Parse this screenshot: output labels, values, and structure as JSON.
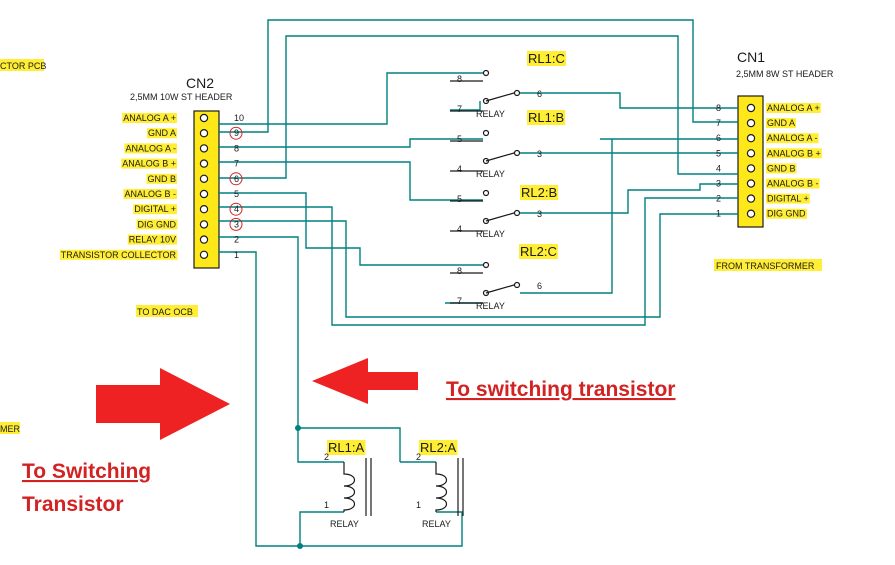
{
  "edge_labels": {
    "top_left": "CTOR PCB",
    "mid_left": "MER"
  },
  "cn2": {
    "name": "CN2",
    "desc": "2,5MM 10W ST HEADER",
    "footer": "TO DAC OCB",
    "pins": [
      {
        "num": "10",
        "label": "ANALOG A +",
        "circled": false
      },
      {
        "num": "9",
        "label": "GND A",
        "circled": true
      },
      {
        "num": "8",
        "label": "ANALOG A -",
        "circled": false
      },
      {
        "num": "7",
        "label": "ANALOG B +",
        "circled": false
      },
      {
        "num": "6",
        "label": "GND B",
        "circled": true
      },
      {
        "num": "5",
        "label": "ANALOG B -",
        "circled": false
      },
      {
        "num": "4",
        "label": "DIGITAL +",
        "circled": true
      },
      {
        "num": "3",
        "label": "DIG GND",
        "circled": true
      },
      {
        "num": "2",
        "label": "RELAY 10V",
        "circled": false
      },
      {
        "num": "1",
        "label": "TRANSISTOR  COLLECTOR",
        "circled": false
      }
    ]
  },
  "cn1": {
    "name": "CN1",
    "desc": "2,5MM 8W ST HEADER",
    "footer": "FROM TRANSFORMER",
    "pins": [
      {
        "num": "8",
        "label": "ANALOG A +"
      },
      {
        "num": "7",
        "label": "GND A"
      },
      {
        "num": "6",
        "label": "ANALOG A -"
      },
      {
        "num": "5",
        "label": "ANALOG B +"
      },
      {
        "num": "4",
        "label": "GND B"
      },
      {
        "num": "3",
        "label": "ANALOG B -"
      },
      {
        "num": "2",
        "label": "DIGITAL +"
      },
      {
        "num": "1",
        "label": "DIG GND"
      }
    ]
  },
  "relay_switches": [
    {
      "name": "RL1:C",
      "pin_top": "8",
      "pin_mid": "7",
      "pin_out": "6",
      "part": "RELAY"
    },
    {
      "name": "RL1:B",
      "pin_top": "5",
      "pin_mid": "4",
      "pin_out": "3",
      "part": "RELAY"
    },
    {
      "name": "RL2:B",
      "pin_top": "5",
      "pin_mid": "4",
      "pin_out": "3",
      "part": "RELAY"
    },
    {
      "name": "RL2:C",
      "pin_top": "8",
      "pin_mid": "7",
      "pin_out": "6",
      "part": "RELAY"
    }
  ],
  "relay_coils": [
    {
      "name": "RL1:A",
      "pin_top": "2",
      "pin_bottom": "1",
      "part": "RELAY"
    },
    {
      "name": "RL2:A",
      "pin_top": "2",
      "pin_bottom": "1",
      "part": "RELAY"
    }
  ],
  "annotations": {
    "arrow_right_label": "To switching transistor",
    "arrow_left_label_line1": "To Switching",
    "arrow_left_label_line2": "Transistor"
  },
  "colors": {
    "wire": "#008080",
    "highlight": "#ffee33",
    "annotation": "#d22222",
    "arrow": "#ee2222"
  }
}
